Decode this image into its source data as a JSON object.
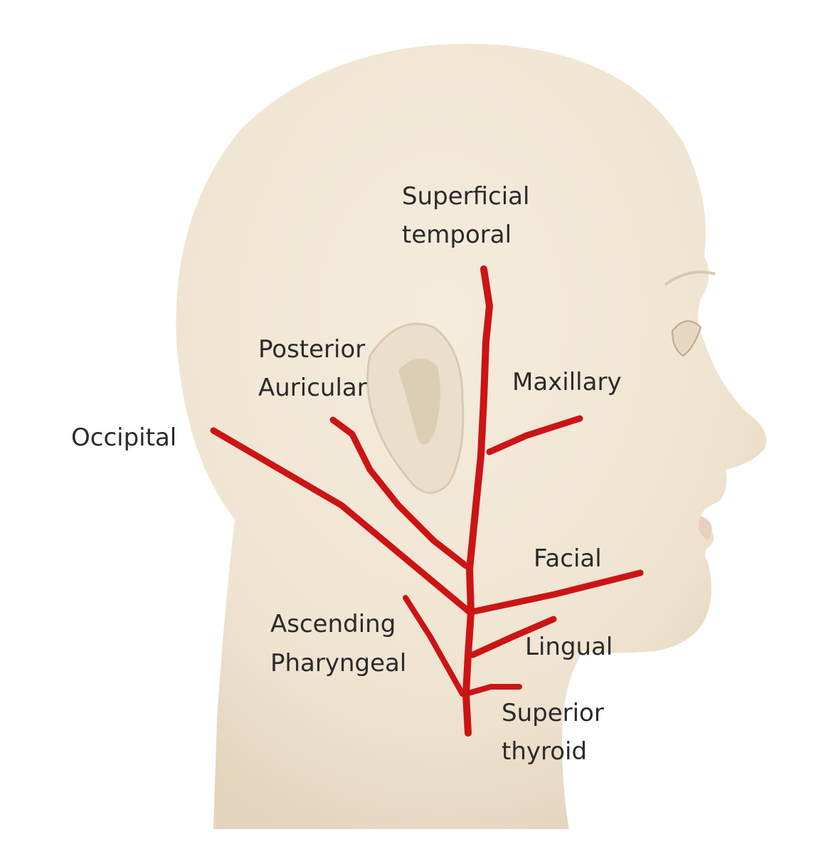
{
  "colors": {
    "background": "#ffffff",
    "skin": "#f1e6d4",
    "skin_shadow": "#e2d3bc",
    "artery": "#cc1414",
    "text": "#2a2a2a"
  },
  "labels": {
    "superficial_temporal": [
      "Superficial",
      "temporal"
    ],
    "posterior_auricular": [
      "Posterior",
      "Auricular"
    ],
    "maxillary": "Maxillary",
    "occipital": "Occipital",
    "facial": "Facial",
    "ascending_pharyngeal": [
      "Ascending",
      "Pharyngeal"
    ],
    "lingual": "Lingual",
    "superior_thyroid": [
      "Superior",
      "thyroid"
    ]
  }
}
